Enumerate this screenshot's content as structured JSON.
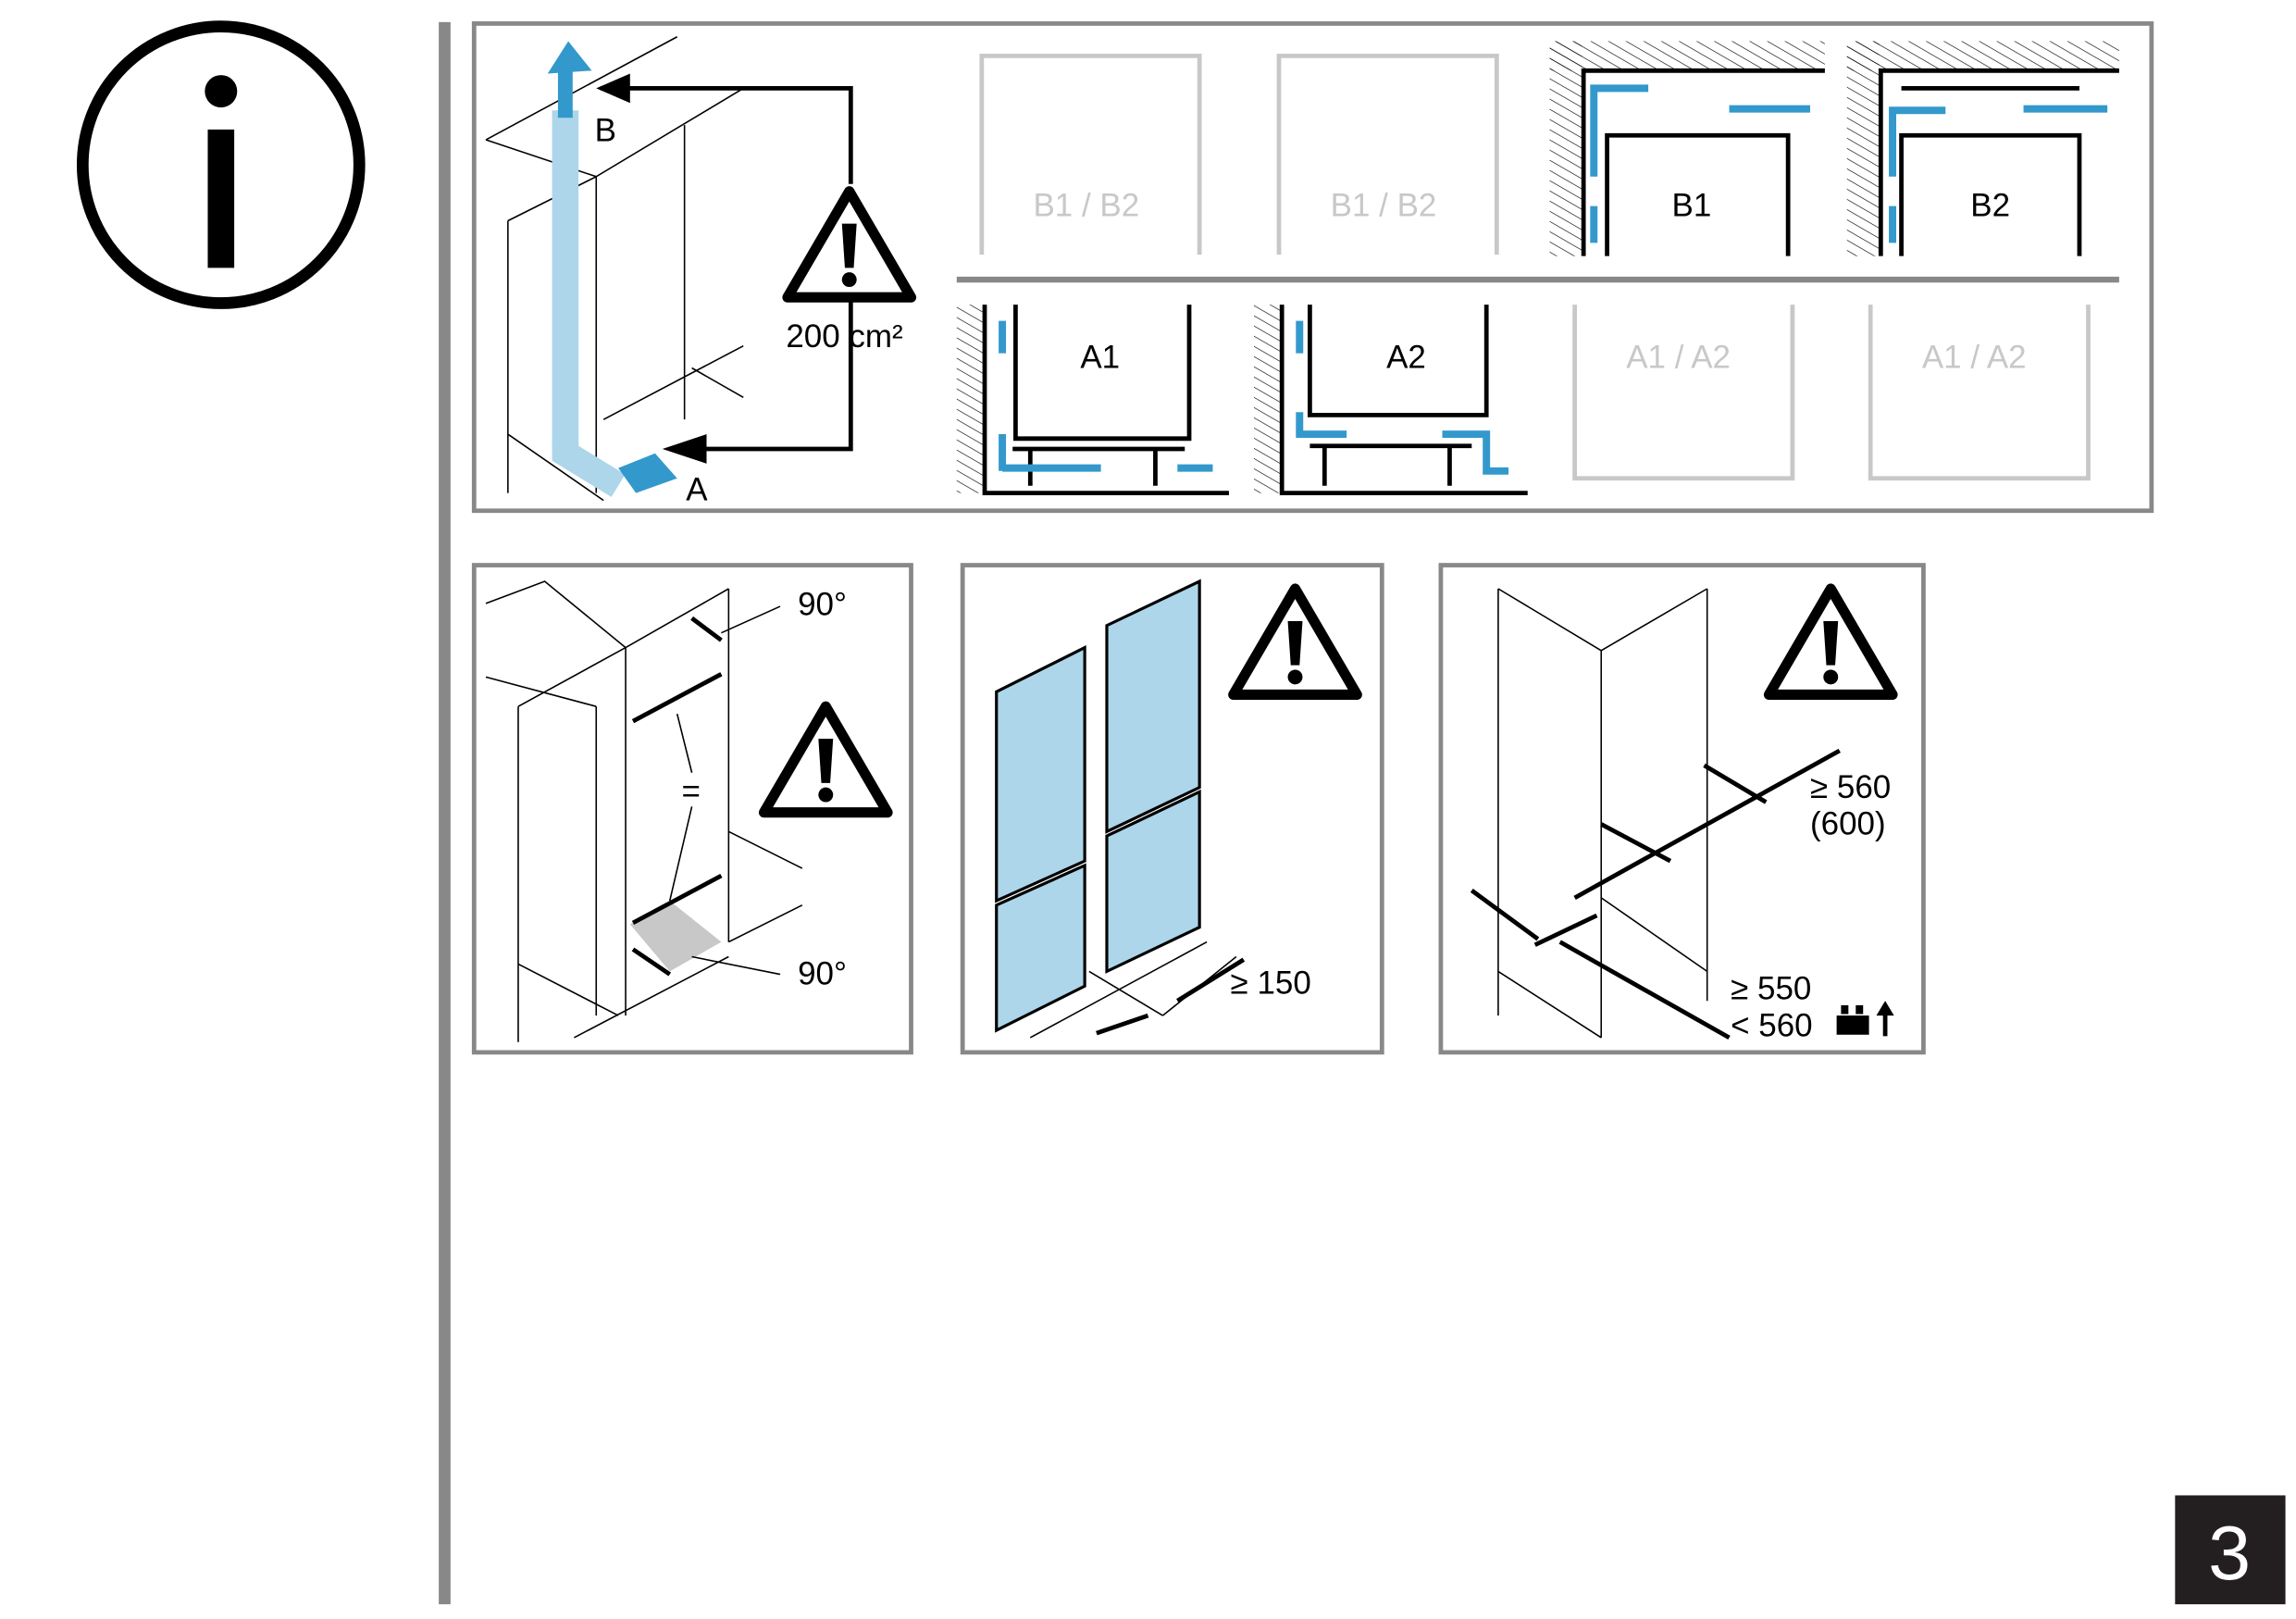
{
  "page": {
    "page_number": "3",
    "info_icon": "info-circle-icon",
    "colors": {
      "frame": "#888888",
      "airflow": "#3399cc",
      "airflow_light": "#add6ea",
      "fridge_front": "#add6ea",
      "inactive": "#c8c8c8",
      "page_badge": "#231f20"
    }
  },
  "ventilation_panel": {
    "label_b": "B",
    "label_a": "A",
    "area": "200 cm²",
    "variants_top": [
      "B1 / B2",
      "B1 / B2",
      "B1",
      "B2"
    ],
    "variants_bottom": [
      "A1",
      "A2",
      "A1 / A2",
      "A1 / A2"
    ]
  },
  "alignment_panel": {
    "angle_top": "90°",
    "angle_bottom": "90°",
    "equal": "="
  },
  "door_panel": {
    "gap": "≥ 150"
  },
  "niche_panel": {
    "width_min": "≥ 560",
    "width_alt": "(600)",
    "depth_min": "≥ 550",
    "depth_max": "< 560"
  }
}
